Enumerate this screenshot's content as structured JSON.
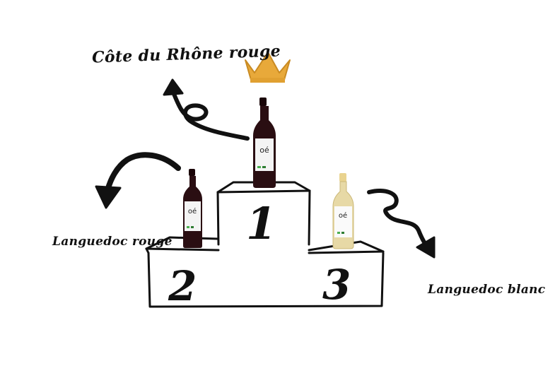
{
  "podium": {
    "first": {
      "rank": "1",
      "wine": "Côte du Rhône rouge"
    },
    "second": {
      "rank": "2",
      "wine": "Languedoc rouge"
    },
    "third": {
      "rank": "3",
      "wine": "Languedoc blanc"
    }
  },
  "bottle_logo": "oé",
  "colors": {
    "crown": "#E8A93A",
    "red_wine_bottle": "#2a0e12",
    "white_wine_bottle": "#e7d9a6",
    "ink": "#111111"
  },
  "icons": [
    "crown-icon",
    "curved-arrow-icon",
    "wavy-arrow-icon",
    "wine-bottle-icon"
  ]
}
